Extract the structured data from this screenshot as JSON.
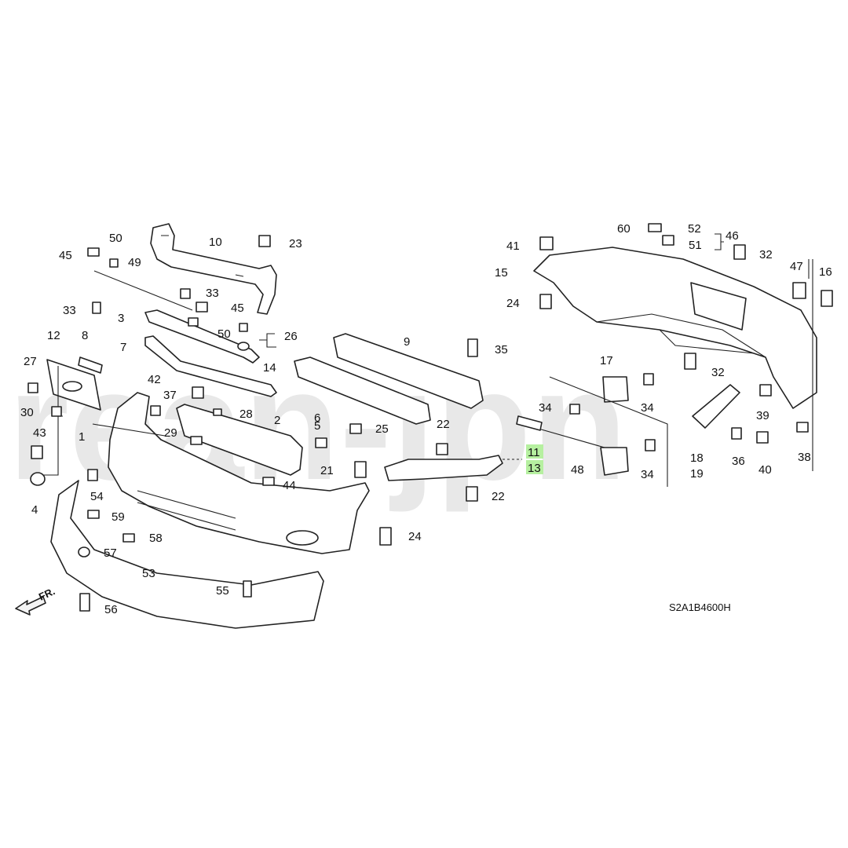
{
  "diagram": {
    "code": "S2A1B4600H",
    "direction_label": "FR.",
    "watermark": "rean-jpn",
    "highlighted_callouts": [
      "11",
      "13"
    ],
    "highlight_color": "#b6f0a0",
    "callouts": [
      "50",
      "45",
      "49",
      "33",
      "3",
      "7",
      "12",
      "8",
      "27",
      "30",
      "43",
      "4",
      "10",
      "23",
      "33",
      "45",
      "50",
      "26",
      "42",
      "37",
      "28",
      "29",
      "2",
      "1",
      "5",
      "6",
      "25",
      "14",
      "9",
      "35",
      "22",
      "21",
      "24",
      "44",
      "54",
      "59",
      "58",
      "57",
      "53",
      "55",
      "56",
      "11",
      "13",
      "22",
      "48",
      "34",
      "34",
      "17",
      "34",
      "15",
      "41",
      "60",
      "52",
      "46",
      "51",
      "32",
      "47",
      "16",
      "24",
      "32",
      "18",
      "19",
      "39",
      "36",
      "40",
      "38"
    ]
  }
}
